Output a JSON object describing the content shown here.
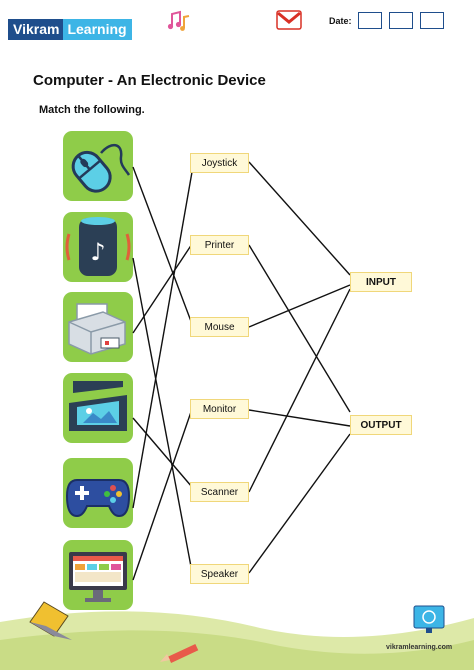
{
  "header": {
    "logo_part1": "Vikram",
    "logo_part2": "Learning",
    "date_label": "Date:"
  },
  "title": "Computer - An Electronic Device",
  "instruction": "Match the following.",
  "images": [
    {
      "id": "mouse",
      "icon": "mouse-icon"
    },
    {
      "id": "speaker",
      "icon": "speaker-icon"
    },
    {
      "id": "printer",
      "icon": "printer-icon"
    },
    {
      "id": "scanner",
      "icon": "scanner-icon"
    },
    {
      "id": "joystick",
      "icon": "gamepad-icon"
    },
    {
      "id": "monitor",
      "icon": "monitor-icon"
    }
  ],
  "devices": [
    "Joystick",
    "Printer",
    "Mouse",
    "Monitor",
    "Scanner",
    "Speaker"
  ],
  "categories": [
    "INPUT",
    "OUTPUT"
  ],
  "footer": {
    "website": "vikramlearning.com"
  },
  "colors": {
    "tile": "#8fcc49",
    "word_box": "#fff9d8",
    "brand_dark": "#1f4e8c",
    "brand_light": "#3db5e6"
  }
}
